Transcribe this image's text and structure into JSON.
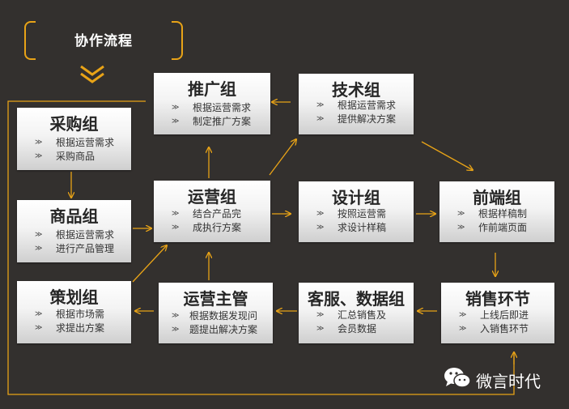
{
  "header": {
    "title": "协作流程"
  },
  "colors": {
    "arrow": "#e8a317",
    "background": "#33302e",
    "box_light": "#ffffff",
    "box_dark": "#cfcfcf"
  },
  "marker": "≫",
  "boxes": {
    "purchase": {
      "title": "采购组",
      "lines": [
        "根据运营需求",
        "采购商品"
      ]
    },
    "goods": {
      "title": "商品组",
      "lines": [
        "根据运营需求",
        "进行产品管理"
      ]
    },
    "planning": {
      "title": "策划组",
      "lines": [
        "根据市场需",
        "求提出方案"
      ]
    },
    "promotion": {
      "title": "推广组",
      "lines": [
        "根据运营需求",
        "制定推广方案"
      ]
    },
    "operations": {
      "title": "运营组",
      "lines": [
        "结合产品完",
        "成执行方案"
      ]
    },
    "ops_manager": {
      "title": "运营主管",
      "lines": [
        "根据数据发现问",
        "题提出解决方案"
      ]
    },
    "tech": {
      "title": "技术组",
      "lines": [
        "根据运营需求",
        "提供解决方案"
      ]
    },
    "design": {
      "title": "设计组",
      "lines": [
        "按照运营需",
        "求设计样稿"
      ]
    },
    "service_data": {
      "title": "客服、数据组",
      "lines": [
        "汇总销售及",
        "会员数据"
      ]
    },
    "frontend": {
      "title": "前端组",
      "lines": [
        "根据样稿制",
        "作前端页面"
      ]
    },
    "sales": {
      "title": "销售环节",
      "lines": [
        "上线后即进",
        "入销售环节"
      ]
    }
  },
  "watermark": {
    "text": "微言时代",
    "icon": "wechat-icon"
  }
}
